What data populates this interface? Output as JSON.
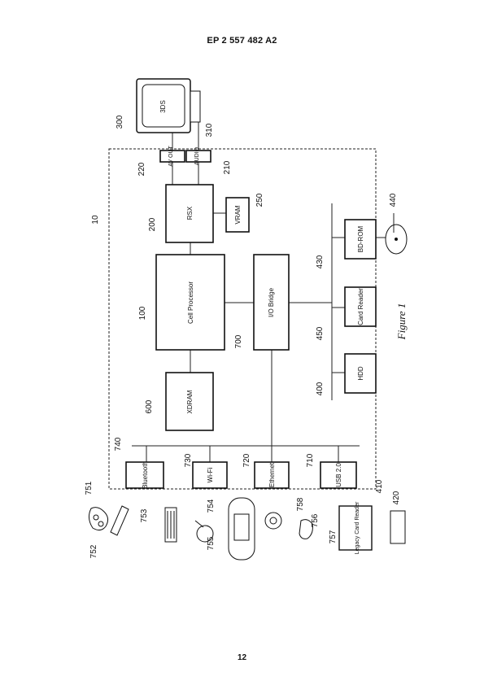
{
  "header": "EP 2 557 482 A2",
  "page_number": "12",
  "figure": {
    "caption": "Figure 1",
    "blocks": {
      "cell_processor": "Cell Processor",
      "rsx": "RSX",
      "vram": "VRAM",
      "xdram": "XDRAM",
      "io_bridge": "I/O Bridge",
      "bd_rom": "BD-ROM",
      "card_reader": "Card Reader",
      "hdd": "HDD",
      "bluetooth": "Bluetooth",
      "wifi": "Wi-Fi",
      "ethernet": "Ethernet",
      "usb": "USB 2.0",
      "av_out": "AV OUT",
      "audio": "AUDIO",
      "display": "3DS",
      "legacy_card_reader": "Legacy Card Reader"
    },
    "refs": {
      "r10": "10",
      "r100": "100",
      "r200": "200",
      "r210": "210",
      "r220": "220",
      "r250": "250",
      "r300": "300",
      "r310": "310",
      "r400": "400",
      "r410": "410",
      "r420": "420",
      "r430": "430",
      "r440": "440",
      "r450": "450",
      "r600": "600",
      "r700": "700",
      "r710": "710",
      "r720": "720",
      "r730": "730",
      "r740": "740",
      "r751": "751",
      "r752": "752",
      "r753": "753",
      "r754": "754",
      "r755": "755",
      "r756": "756",
      "r757": "757",
      "r758": "758"
    }
  }
}
